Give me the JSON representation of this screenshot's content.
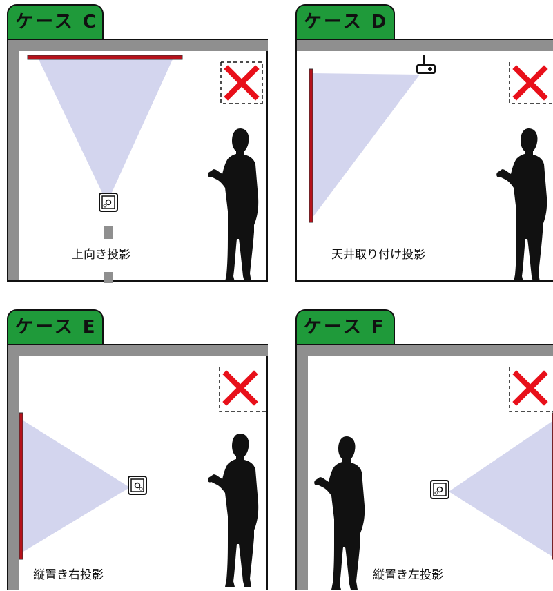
{
  "colors": {
    "tab": "#1f9a3a",
    "wall": "#8f8f8f",
    "screen": "#b5121b",
    "beam": "#d3d5ee",
    "cross": "#e8101a",
    "silhouette": "#111111"
  },
  "icons": {
    "forbidden": "x-mark-icon",
    "person": "person-silhouette-icon",
    "projector": "projector-icon"
  },
  "panels": [
    {
      "title": "ケース C",
      "caption": "上向き投影"
    },
    {
      "title": "ケース D",
      "caption": "天井取り付け投影"
    },
    {
      "title": "ケース E",
      "caption": "縦置き右投影"
    },
    {
      "title": "ケース F",
      "caption": "縦置き左投影"
    }
  ]
}
